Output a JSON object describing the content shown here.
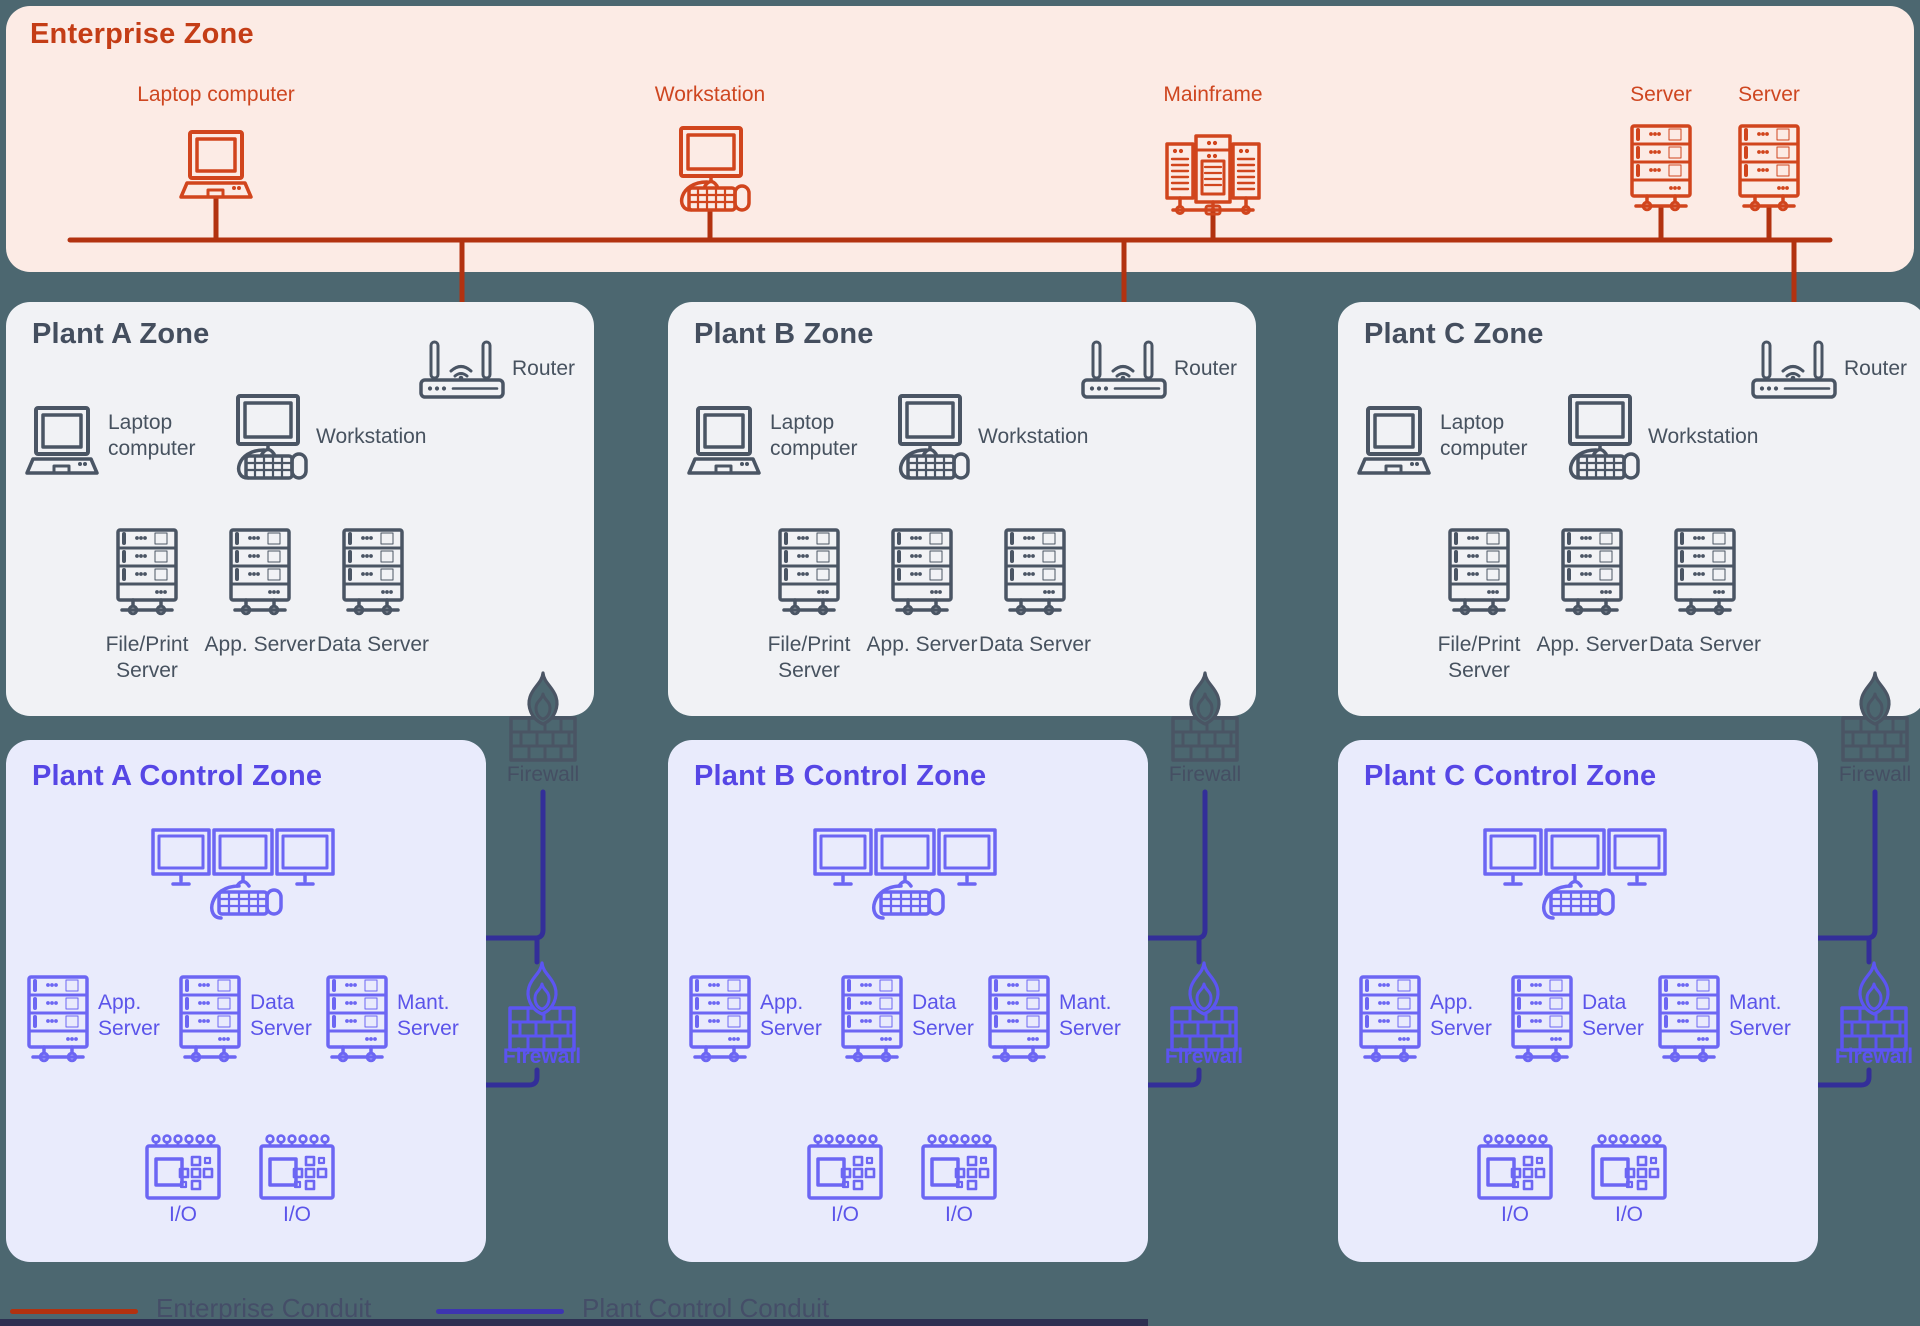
{
  "colors": {
    "background": "#4C6770",
    "enterprise_panel": "#FCEBE5",
    "plant_panel": "#F1F2F5",
    "control_panel": "#E9EBFC",
    "enterprise_conduit": "#B23210",
    "plant_control_conduit": "#332E99",
    "plant_lan_line": "#98A0AC",
    "enterprise_accent": "#D1451D",
    "plant_accent": "#4A5564",
    "control_accent": "#6C66F3",
    "bottom_bar": "#2D3052"
  },
  "enterprise_zone": {
    "title": "Enterprise Zone",
    "devices": [
      {
        "label": "Laptop computer",
        "icon": "laptop"
      },
      {
        "label": "Workstation",
        "icon": "workstation"
      },
      {
        "label": "Mainframe",
        "icon": "mainframe"
      },
      {
        "label": "Server",
        "icon": "server"
      },
      {
        "label": "Server",
        "icon": "server"
      }
    ]
  },
  "zones": {
    "plant_zones": [
      {
        "title": "Plant A Zone",
        "router": "Router",
        "laptop": "Laptop computer",
        "workstation": "Workstation",
        "servers": [
          "File/Print Server",
          "App. Server",
          "Data Server"
        ],
        "firewall": "Firewall"
      },
      {
        "title": "Plant B Zone",
        "router": "Router",
        "laptop": "Laptop computer",
        "workstation": "Workstation",
        "servers": [
          "File/Print Server",
          "App. Server",
          "Data Server"
        ],
        "firewall": "Firewall"
      },
      {
        "title": "Plant C Zone",
        "router": "Router",
        "laptop": "Laptop computer",
        "workstation": "Workstation",
        "servers": [
          "File/Print Server",
          "App. Server",
          "Data Server"
        ],
        "firewall": "Firewall"
      }
    ],
    "control_zones": [
      {
        "title": "Plant A Control Zone",
        "servers": [
          "App. Server",
          "Data Server",
          "Mant. Server"
        ],
        "io": [
          "I/O",
          "I/O"
        ],
        "firewall": "Firewall"
      },
      {
        "title": "Plant B Control Zone",
        "servers": [
          "App. Server",
          "Data Server",
          "Mant. Server"
        ],
        "io": [
          "I/O",
          "I/O"
        ],
        "firewall": "Firewall"
      },
      {
        "title": "Plant C Control Zone",
        "servers": [
          "App. Server",
          "Data Server",
          "Mant. Server"
        ],
        "io": [
          "I/O",
          "I/O"
        ],
        "firewall": "Firewall"
      }
    ]
  },
  "legend": {
    "items": [
      {
        "label": "Enterprise Conduit",
        "color": "#B23210"
      },
      {
        "label": "Plant Control Conduit",
        "color": "#3D35B0"
      }
    ]
  }
}
